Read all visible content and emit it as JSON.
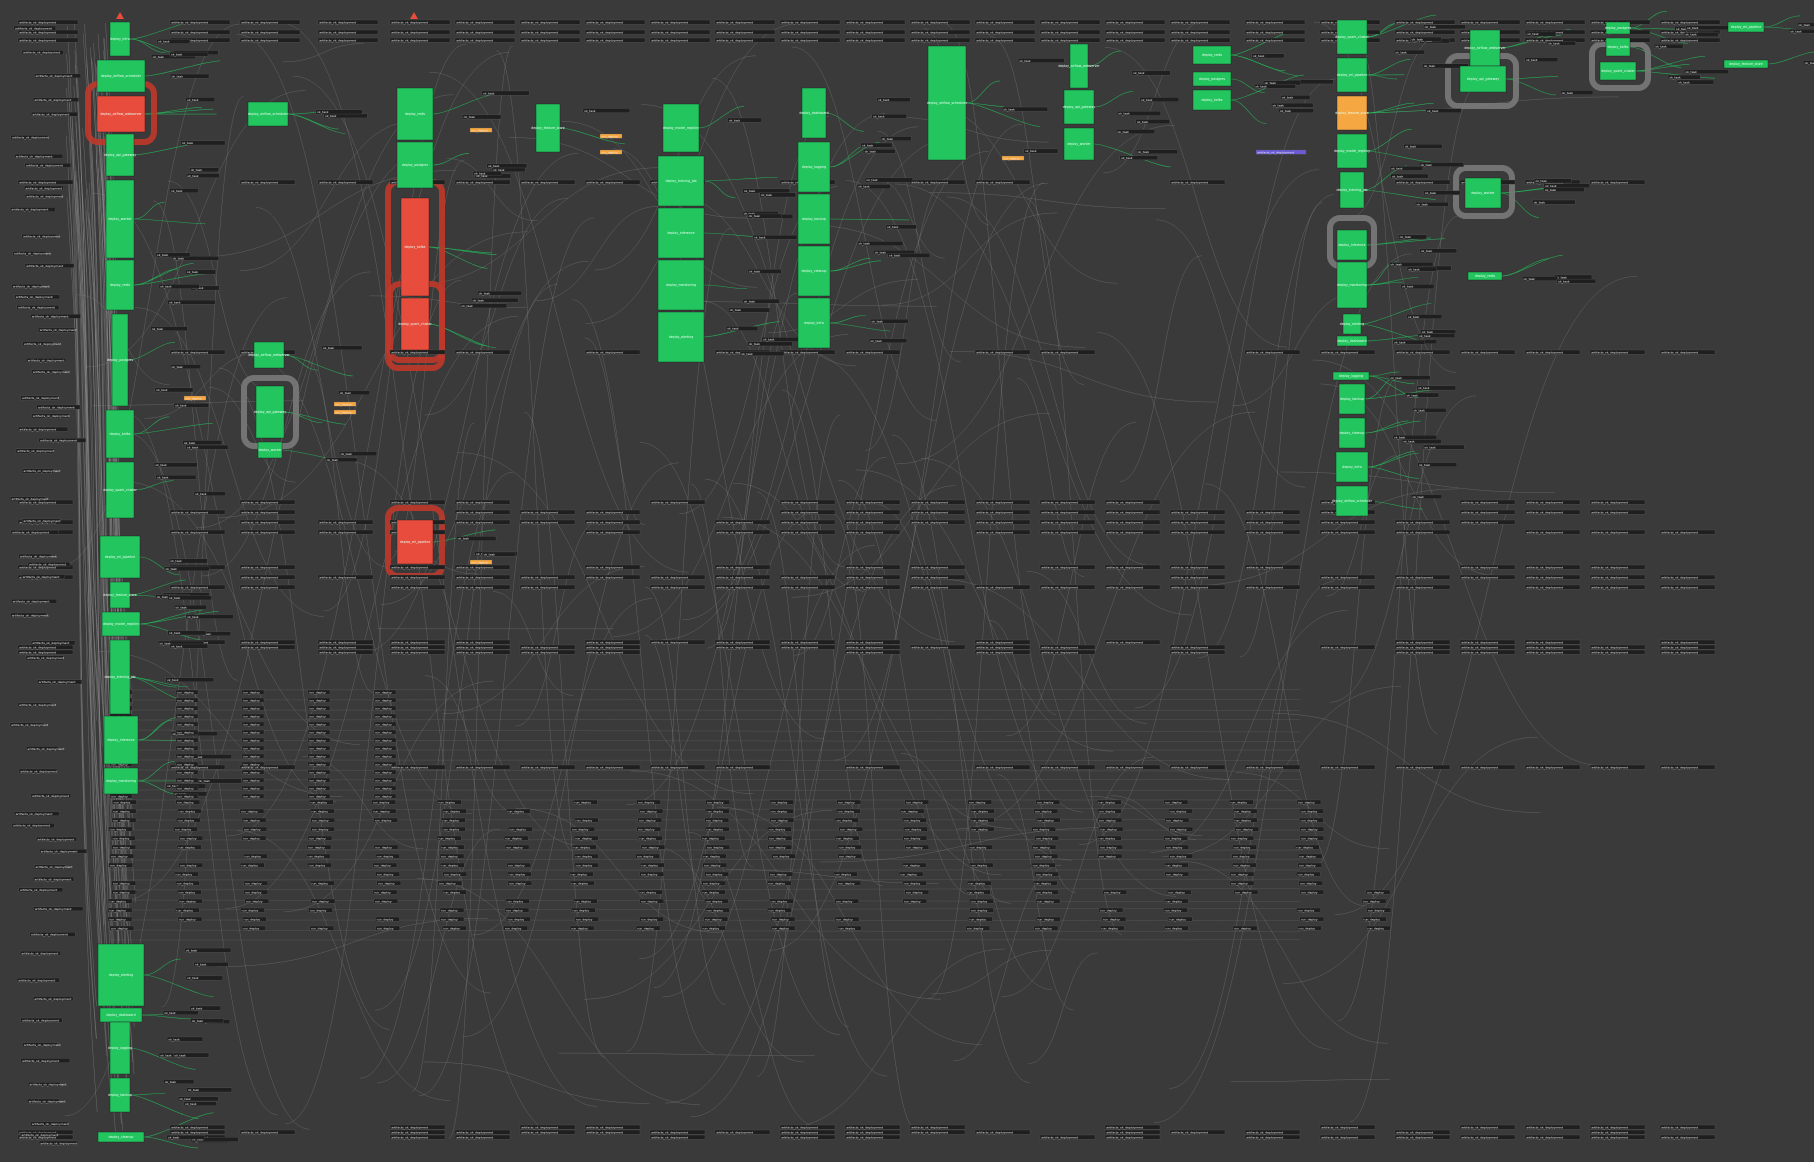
{
  "graph": {
    "background": "#3a3a3a",
    "colors": {
      "healthy": "#22c55e",
      "failing": "#e74c3c",
      "pending": "#f5a742",
      "selected": "#6b5bd6",
      "chip_bg": "#1f1f1f",
      "chip_border": "#5a5a5a",
      "edge": "#8c8c8c",
      "edge_active": "#22c55e",
      "halo_red": "#c0392b",
      "halo_gray": "#7a7a7a",
      "alert": "#e74c3c"
    },
    "labels": {
      "alert_1": "warning-triangle-icon",
      "alert_2": "warning-triangle-icon",
      "node_a": "deploy_infra",
      "node_b": "deploy_airflow_scheduler",
      "node_c": "deploy_airflow_webserver",
      "node_d": "deploy_api_gateway",
      "node_e": "deploy_worker",
      "node_f": "deploy_redis",
      "node_g": "deploy_postgres",
      "node_h": "deploy_kafka",
      "node_i": "deploy_spark_cluster",
      "node_j": "deploy_ml_pipeline",
      "node_k": "deploy_feature_store",
      "node_l": "deploy_model_registry",
      "node_m": "deploy_training_job",
      "node_n": "deploy_inference",
      "node_o": "deploy_monitoring",
      "node_p": "deploy_alerting",
      "node_q": "deploy_dashboard",
      "node_r": "deploy_logging",
      "node_s": "deploy_backup",
      "node_t": "deploy_cleanup",
      "chip_generic": "artifacts_ok_deployment",
      "chip_run": "run_deploy",
      "chip_ok": "ok_task"
    }
  }
}
